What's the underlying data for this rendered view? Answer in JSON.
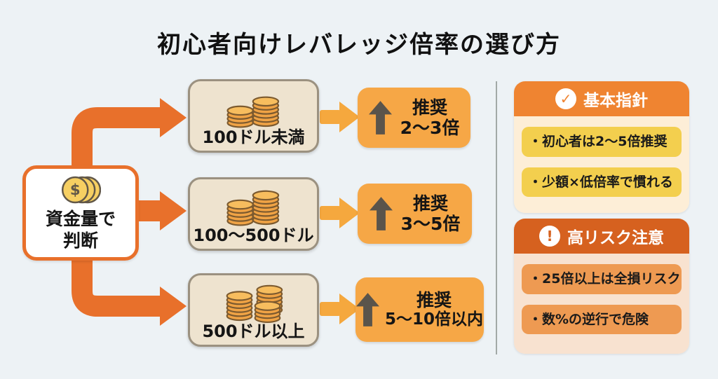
{
  "title": "初心者向けレバレッジ倍率の選び方",
  "flowchart": {
    "decision": {
      "line1": "資金量で",
      "line2": "判断"
    },
    "rows": [
      {
        "condition": "100ドル未満",
        "rec_label": "推奨",
        "rec_value": "2〜3倍"
      },
      {
        "condition": "100〜500ドル",
        "rec_label": "推奨",
        "rec_value": "3〜5倍"
      },
      {
        "condition": "500ドル以上",
        "rec_label": "推奨",
        "rec_value": "5〜10倍以内"
      }
    ]
  },
  "panel": {
    "guideline": {
      "title": "基本指針",
      "items": [
        "・初心者は2〜5倍推奨",
        "・少額×低倍率で慣れる"
      ]
    },
    "risk": {
      "title": "高リスク注意",
      "items": [
        "・25倍以上は全損リスク",
        "・数%の逆行で危険"
      ]
    }
  },
  "icons": {
    "check_glyph": "✓",
    "alert_glyph": "!",
    "dollar_glyph": "$",
    "decision_icon": "dollar-coins-icon",
    "condition_icon": "coin-stack-icon",
    "recommendation_icon": "up-arrow-icon"
  },
  "colors": {
    "background": "#edf2f5",
    "arrow_orange": "#e8702b",
    "amber_arrow": "#f5a83e",
    "recommendation_box": "#f6a746",
    "condition_box": "#eee3cf",
    "guideline_header": "#ef8431",
    "guideline_pill": "#f3cf4e",
    "risk_header": "#d6611f",
    "risk_pill": "#ee9a52"
  }
}
